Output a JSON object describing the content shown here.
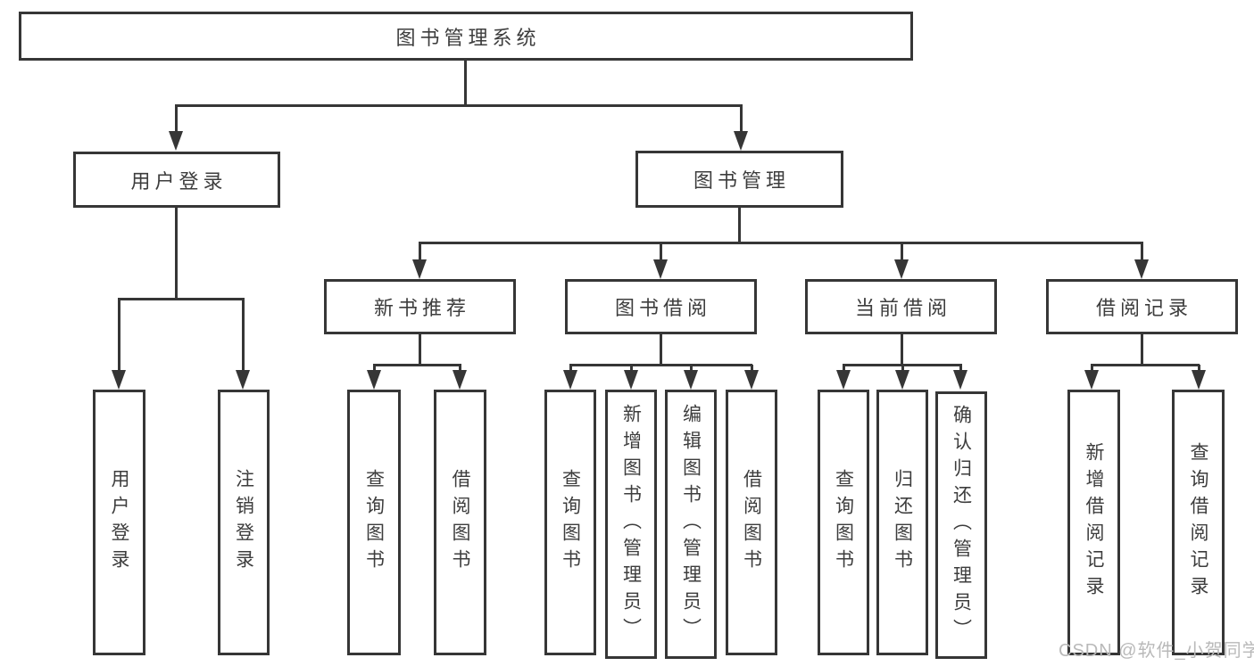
{
  "title": "图书管理系统",
  "level1": {
    "left": "用户登录",
    "right": "图书管理"
  },
  "level2": [
    "新书推荐",
    "图书借阅",
    "当前借阅",
    "借阅记录"
  ],
  "leaves": {
    "login": [
      "用户登录",
      "注销登录"
    ],
    "recommend": [
      "查询图书",
      "借阅图书"
    ],
    "borrow": [
      "查询图书",
      "新增图书（管理员）",
      "编辑图书（管理员）",
      "借阅图书"
    ],
    "current": [
      "查询图书",
      "归还图书",
      "确认归还（管理员）"
    ],
    "records": [
      "新增借阅记录",
      "查询借阅记录"
    ]
  },
  "watermark": "CSDN @软件_小贺同学",
  "colors": {
    "line": "#363636",
    "text": "#3d3d3d",
    "background": "#ffffff",
    "watermark": "#b9b9b9"
  }
}
